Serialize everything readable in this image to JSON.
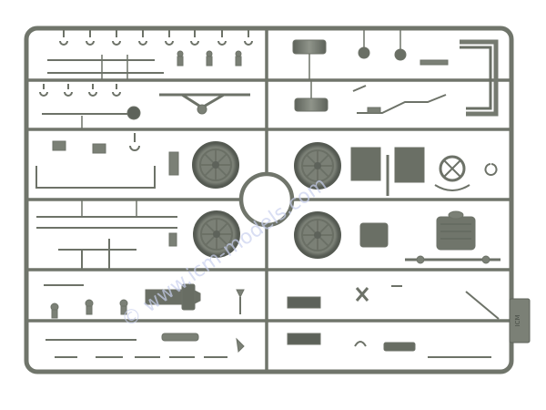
{
  "image": {
    "subject": "sprue-frame",
    "colors": {
      "background": "#ffffff",
      "plastic": "#7b8076",
      "plastic_dark": "#5d625a",
      "plastic_light": "#9a9f95",
      "watermark": "#c9d0ee"
    }
  },
  "watermark": {
    "text": "© www.icm-models.com"
  },
  "tab_label": {
    "text": "ICM"
  }
}
